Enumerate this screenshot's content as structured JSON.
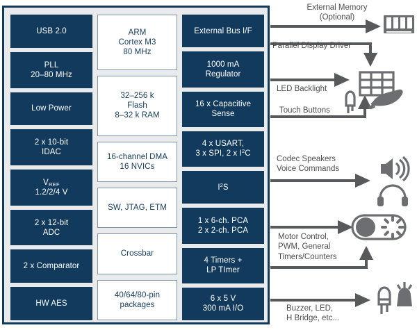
{
  "diagram": {
    "title": "Microcontroller Block Diagram",
    "colors": {
      "navy": "#123a5c",
      "chip_background": "#e9eaeb",
      "gray": "#58595b",
      "icon_gray": "#6d6e71",
      "white": "#ffffff"
    }
  },
  "chip": {
    "left_column": [
      {
        "label": "USB 2.0",
        "style": "navy"
      },
      {
        "label": "PLL\n20–80 MHz",
        "style": "navy"
      },
      {
        "label": "Low Power",
        "style": "navy"
      },
      {
        "label": "2 x 10-bit\nIDAC",
        "style": "navy"
      },
      {
        "label": "V_REF\n1.2/2/4 V",
        "style": "navy",
        "rich": true
      },
      {
        "label": "2 x 12-bit\nADC",
        "style": "navy"
      },
      {
        "label": "2 x Comparator",
        "style": "navy"
      },
      {
        "label": "HW AES",
        "style": "navy"
      }
    ],
    "middle_column": [
      {
        "label": "ARM\nCortex M3\n80 MHz",
        "style": "white"
      },
      {
        "label": "32–256 k\nFlash\n8–32 k RAM",
        "style": "white"
      },
      {
        "label": "16-channel DMA\n16 NVICs",
        "style": "white"
      },
      {
        "label": "SW, JTAG, ETM",
        "style": "white"
      },
      {
        "label": "Crossbar",
        "style": "white"
      },
      {
        "label": "40/64/80-pin\npackages",
        "style": "white"
      }
    ],
    "right_column": [
      {
        "label": "External Bus I/F",
        "style": "navy"
      },
      {
        "label": "1000 mA\nRegulator",
        "style": "navy"
      },
      {
        "label": "16 x Capacitive\nSense",
        "style": "navy"
      },
      {
        "label": "4 x USART,\n3 x SPI, 2 x I2C",
        "style": "navy",
        "rich": true
      },
      {
        "label": "I2S",
        "style": "navy",
        "rich": true
      },
      {
        "label": "1 x 6-ch. PCA\n2 x 2-ch. PCA",
        "style": "navy"
      },
      {
        "label": "4 Timers +\nLP TImer",
        "style": "navy"
      },
      {
        "label": "6 x 5 V\n300 mA I/O",
        "style": "navy"
      }
    ]
  },
  "signals": [
    {
      "id": "external-memory",
      "label": "External Memory\n(Optional)"
    },
    {
      "id": "parallel-display-driver",
      "label": "Parallel Display Driver"
    },
    {
      "id": "led-backlight",
      "label": "LED Backlight"
    },
    {
      "id": "touch-buttons",
      "label": "Touch Buttons"
    },
    {
      "id": "codec-speakers",
      "label": "Codec Speakers\nVoice Commands"
    },
    {
      "id": "motor-control",
      "label": "Motor Control,\nPWM, General\nTimers/Counters"
    },
    {
      "id": "buzzer-led",
      "label": "Buzzer, LED,\nH Bridge, etc..."
    }
  ],
  "peripherals": [
    {
      "id": "memory-module-icon",
      "name": "memory-module"
    },
    {
      "id": "display-panel-icon",
      "name": "display-panel"
    },
    {
      "id": "led-indicator-icon",
      "name": "led"
    },
    {
      "id": "hand-touch-icon",
      "name": "hand"
    },
    {
      "id": "speaker-icon",
      "name": "speaker"
    },
    {
      "id": "headphones-icon",
      "name": "headphones"
    },
    {
      "id": "motor-belt-icon",
      "name": "motor"
    },
    {
      "id": "buzzer-icon",
      "name": "buzzer"
    }
  ]
}
